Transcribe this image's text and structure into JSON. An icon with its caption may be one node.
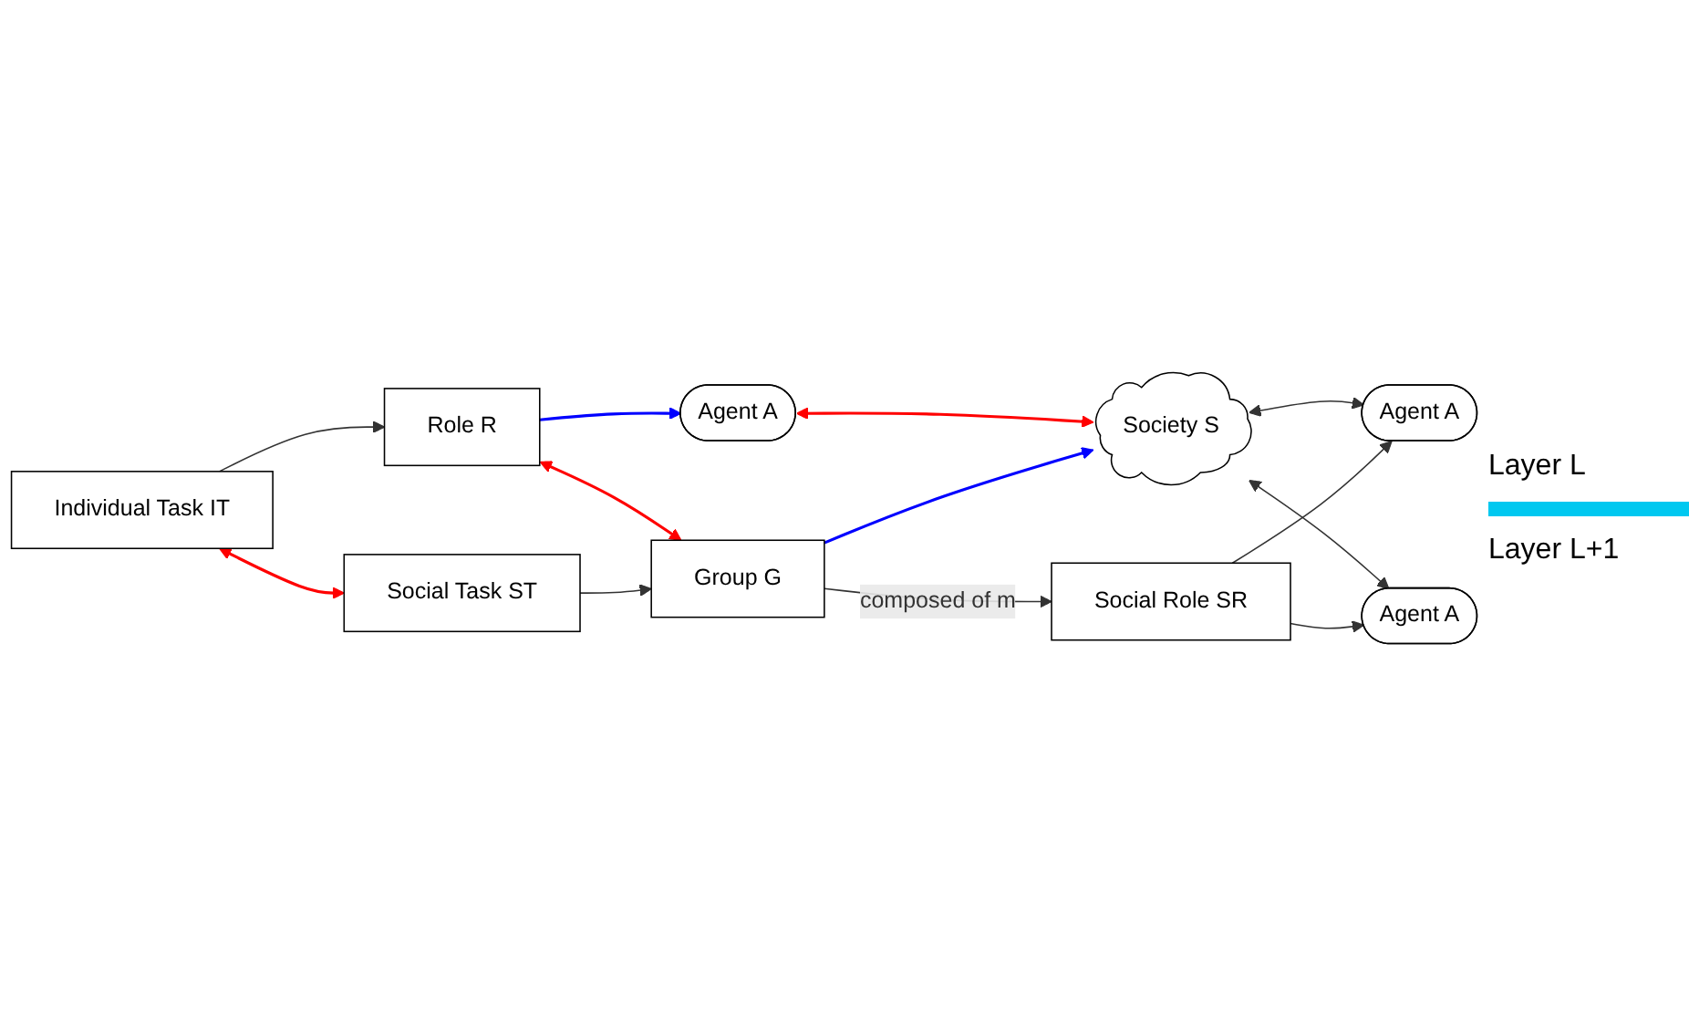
{
  "diagram": {
    "nodes": [
      {
        "text": [
          "Individual Task IT"
        ]
      },
      {
        "text": [
          "Role R"
        ]
      },
      {
        "text": [
          "Agent A"
        ]
      },
      {
        "text": [
          "Social Task ST"
        ]
      },
      {
        "text": [
          "Group G"
        ]
      },
      {
        "text": [
          "Society S"
        ]
      },
      {
        "text": [
          "Social Role SR"
        ]
      },
      {
        "text": [
          "Agent A"
        ]
      },
      {
        "text": [
          "Agent A"
        ]
      }
    ],
    "edges": [
      {
        "from": 0,
        "to": 1,
        "arrow": "to"
      },
      {
        "from": 1,
        "to": 2,
        "arrow": "to",
        "color": "#0000ff"
      },
      {
        "from": 0,
        "to": 3,
        "arrow": "both",
        "color": "#ff0000"
      },
      {
        "from": 1,
        "to": 4,
        "arrow": "both",
        "color": "#ff0000"
      },
      {
        "from": 2,
        "to": 5,
        "arrow": "both",
        "color": "#ff0000"
      },
      {
        "from": 3,
        "to": 4,
        "arrow": "to"
      },
      {
        "from": 4,
        "to": 5,
        "arrow": "to",
        "color": "#0000ff"
      },
      {
        "from": 4,
        "to": 6,
        "arrow": "to",
        "label": "composed of m"
      },
      {
        "from": 5,
        "to": 7,
        "arrow": "both"
      },
      {
        "from": 5,
        "to": 8,
        "arrow": "both"
      },
      {
        "from": 6,
        "to": 7,
        "arrow": "to"
      },
      {
        "from": 6,
        "to": 8,
        "arrow": "to"
      }
    ],
    "labels": [
      "Layer L",
      "Layer L+1"
    ]
  }
}
